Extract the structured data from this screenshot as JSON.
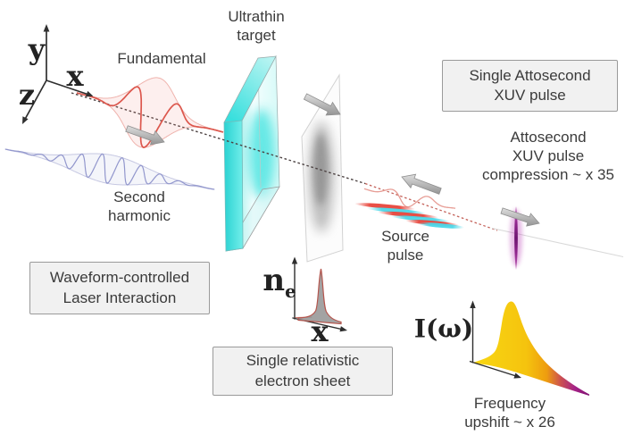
{
  "figure": {
    "background": "#ffffff",
    "text_color": "#3b3b3b"
  },
  "coordinate_axes": {
    "y_label": "y",
    "x_label": "x",
    "z_label": "z"
  },
  "labels": {
    "fundamental": "Fundamental",
    "second_harmonic": "Second\nharmonic",
    "ultrathin_target": "Ultrathin\ntarget",
    "source_pulse": "Source\npulse",
    "xuv_compression": "Attosecond\nXUV pulse\ncompression ~ x 35",
    "frequency_upshift": "Frequency\nupshift ~ x 26"
  },
  "callout_boxes": {
    "waveform_controlled": "Waveform-controlled\nLaser Interaction",
    "electron_sheet": "Single relativistic\nelectron sheet",
    "single_attosecond": "Single Attosecond\nXUV pulse"
  },
  "inset_plots": {
    "electron_density": {
      "y_label_base": "n",
      "y_label_subscript": "e",
      "x_label": "x"
    },
    "spectrum": {
      "y_label": "I(ω)"
    }
  },
  "colors": {
    "fundamental_wave": "#dc574d",
    "second_harmonic_wave": "#9297cd",
    "target_cyan": "#35dedd",
    "electron_sheet_gray": "#8c8c8c",
    "source_red": "#e8463c",
    "source_cyan": "#4cd7e8",
    "xuv_purple": "#8d2789",
    "spectrum_yellow": "#f6c50f",
    "spectrum_purple": "#7a0e6e",
    "box_background": "#f1f1f1",
    "box_border": "#9a9a9a"
  }
}
